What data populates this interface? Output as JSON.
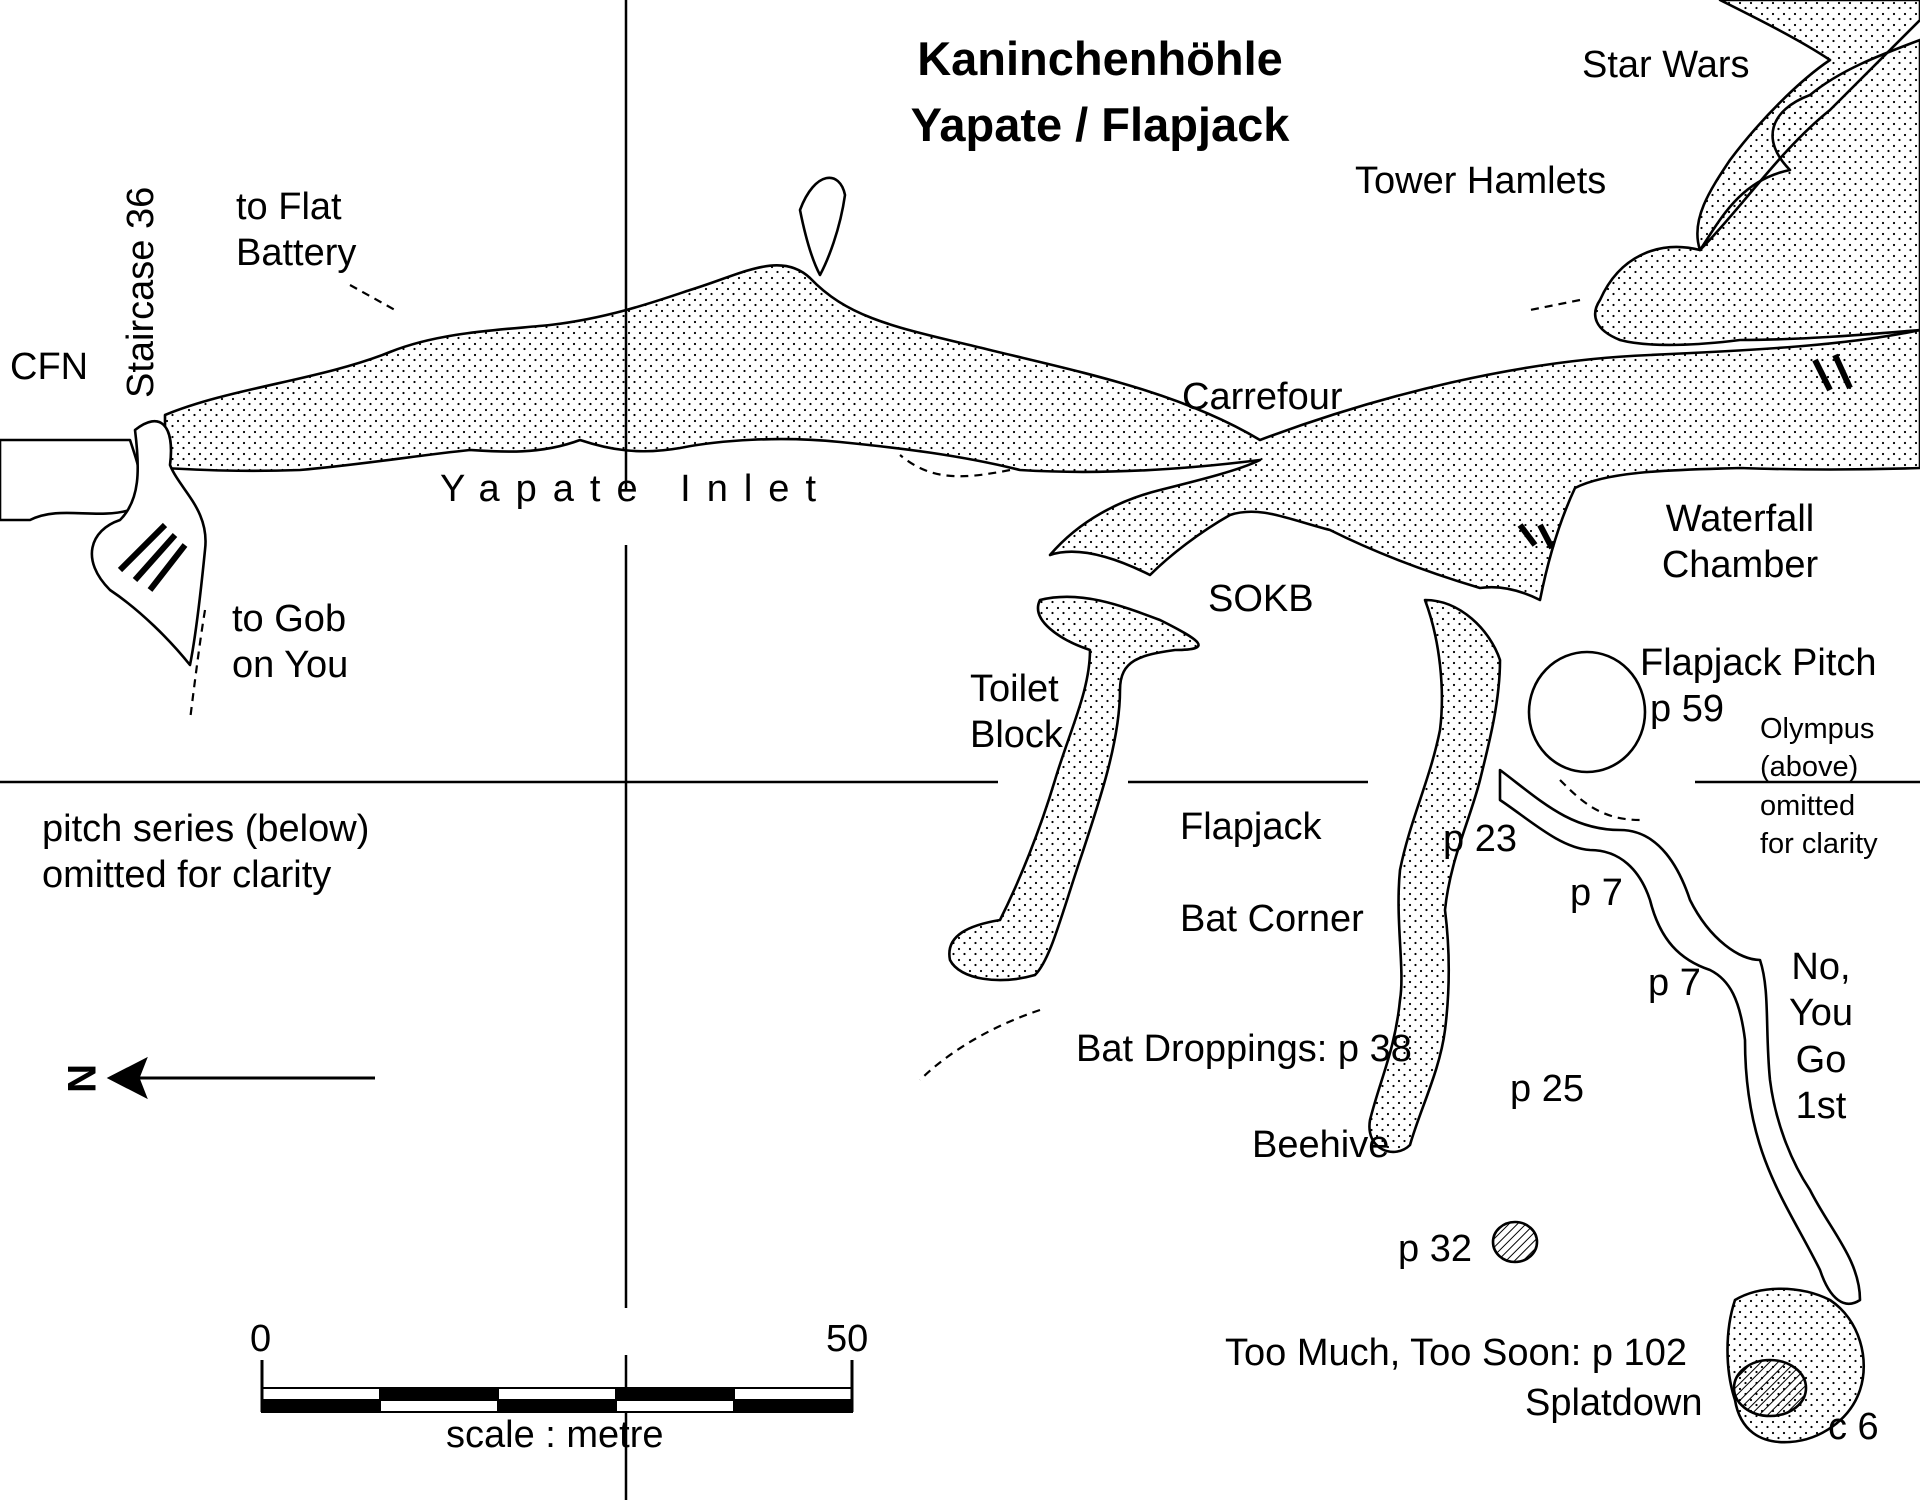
{
  "title": {
    "line1": "Kaninchenhöhle",
    "line2": "Yapate / Flapjack"
  },
  "labels": {
    "star_wars": "Star Wars",
    "tower_hamlets": "Tower Hamlets",
    "cfn": "CFN",
    "staircase": "Staircase 36",
    "to_flat_battery_1": "to Flat",
    "to_flat_battery_2": "Battery",
    "carrefour": "Carrefour",
    "yapate_inlet": "Yapate Inlet",
    "waterfall_chamber_1": "Waterfall",
    "waterfall_chamber_2": "Chamber",
    "to_gob_1": "to Gob",
    "to_gob_2": "on You",
    "sokb": "SOKB",
    "flapjack_pitch": "Flapjack Pitch",
    "p59": "p 59",
    "toilet_block_1": "Toilet",
    "toilet_block_2": "Block",
    "olympus_1": "Olympus",
    "olympus_2": "(above)",
    "olympus_3": "omitted",
    "olympus_4": "for clarity",
    "flapjack": "Flapjack",
    "p23": "p 23",
    "pitch_series_1": "pitch series (below)",
    "pitch_series_2": "omitted for clarity",
    "p7_a": "p 7",
    "bat_corner": "Bat Corner",
    "p7_b": "p 7",
    "no_you_go_1": "No,",
    "no_you_go_2": "You",
    "no_you_go_3": "Go",
    "no_you_go_4": "1st",
    "bat_droppings": "Bat Droppings: p 38",
    "p25": "p 25",
    "beehive": "Beehive",
    "p32": "p 32",
    "too_much": "Too Much, Too Soon: p 102",
    "splatdown": "Splatdown",
    "c6": "c 6"
  },
  "north_arrow": {
    "letter": "N",
    "icon": "north-arrow-icon"
  },
  "scale_bar": {
    "start": "0",
    "end": "50",
    "caption": "scale : metre",
    "segments": 5
  },
  "colors": {
    "ink": "#000000",
    "paper": "#ffffff"
  }
}
